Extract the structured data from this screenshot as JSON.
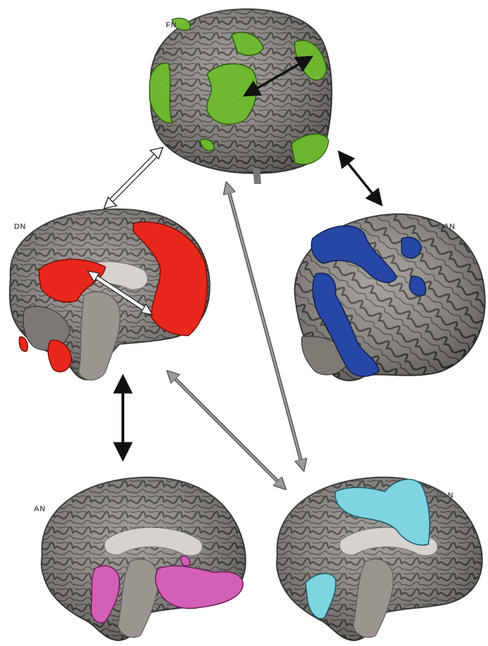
{
  "networks": [
    {
      "id": "fn",
      "label": "FN",
      "view": "frontal oblique",
      "color": "#6dbb2e"
    },
    {
      "id": "dn",
      "label": "DN",
      "view": "medial sagittal",
      "color": "#e8281c"
    },
    {
      "id": "dan",
      "label": "DAN",
      "view": "lateral",
      "color": "#2747a6"
    },
    {
      "id": "an",
      "label": "AN",
      "view": "medial sagittal",
      "color": "#d45fb6"
    },
    {
      "id": "van",
      "label": "VAN",
      "view": "medial sagittal",
      "color": "#7fd4e2"
    }
  ],
  "connections": [
    {
      "from": "FN",
      "to": "DN",
      "style": "hollow-white"
    },
    {
      "from": "FN",
      "to": "DAN",
      "style": "solid-black"
    },
    {
      "from": "FN",
      "to": "VAN",
      "style": "solid-gray"
    },
    {
      "from": "DN",
      "to": "AN",
      "style": "solid-black"
    },
    {
      "from": "DN",
      "to": "VAN",
      "style": "solid-gray"
    },
    {
      "from": "FN",
      "to": "FN",
      "style": "solid-black",
      "note": "within-network"
    },
    {
      "from": "DN",
      "to": "DN",
      "style": "hollow-white",
      "note": "within-network"
    }
  ],
  "colors": {
    "cortex": "#8f8a84",
    "cortex_dark": "#4a4744",
    "sulcus": "#3a3835",
    "white_matter": "#d6d3cf",
    "brainstem": "#9a968f",
    "arrow_black": "#111111",
    "arrow_gray": "#9a9a9a",
    "label": "#555555"
  }
}
